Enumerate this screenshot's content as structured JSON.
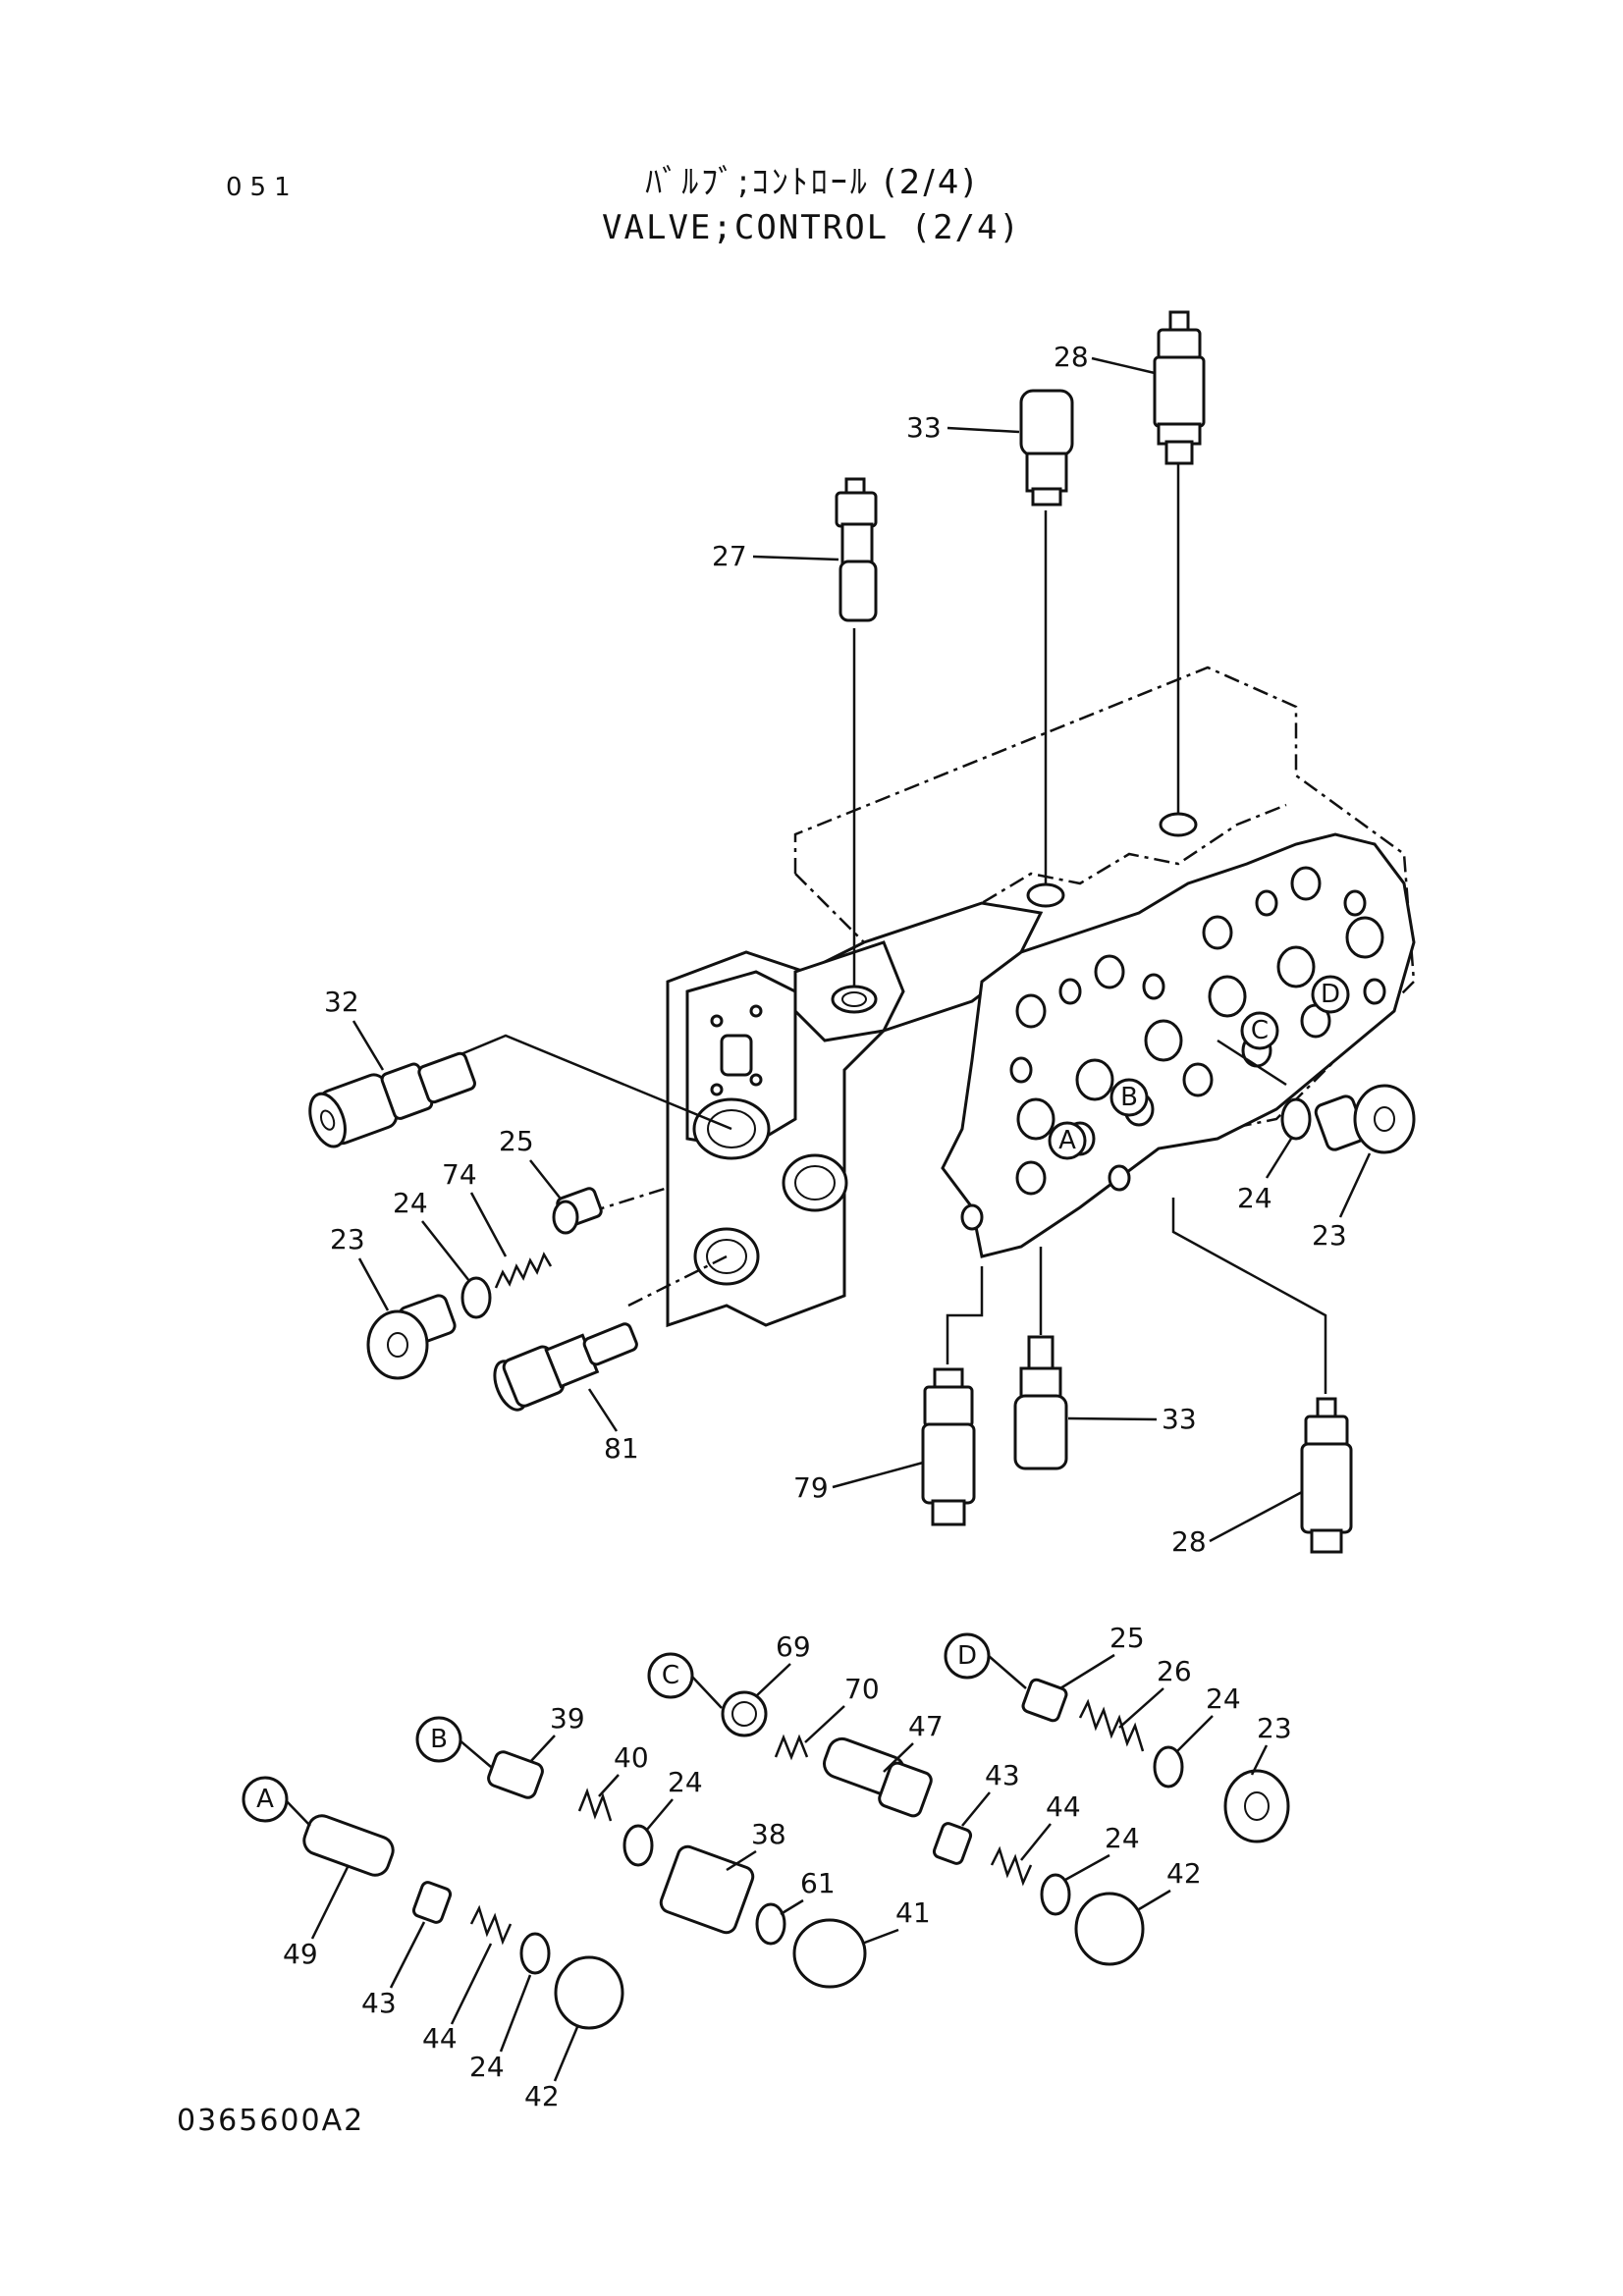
{
  "header": {
    "page_number": "051",
    "title_jp": "ﾊﾞﾙﾌﾞ;ｺﾝﾄﾛｰﾙ (2/4)",
    "title_en": "VALVE;CONTROL (2/4)"
  },
  "footer": {
    "drawing_code": "0365600A2"
  },
  "ports": [
    "A",
    "B",
    "C",
    "D"
  ],
  "labels": {
    "p28a": "28",
    "p33a": "33",
    "p27": "27",
    "p32": "32",
    "p25a": "25",
    "p74": "74",
    "p24a": "24",
    "p23a": "23",
    "p81": "81",
    "p24b": "24",
    "p23b": "23",
    "p79": "79",
    "p33b": "33",
    "p28b": "28",
    "p69": "69",
    "p70": "70",
    "p47": "47",
    "p25b": "25",
    "p26": "26",
    "p24c": "24",
    "p23c": "23",
    "p39": "39",
    "p40": "40",
    "p24d": "24",
    "p38": "38",
    "p43a": "43",
    "p44a": "44",
    "p24e": "24",
    "p42a": "42",
    "p61": "61",
    "p41": "41",
    "p49": "49",
    "p43b": "43",
    "p44b": "44",
    "p24f": "24",
    "p42b": "42"
  }
}
